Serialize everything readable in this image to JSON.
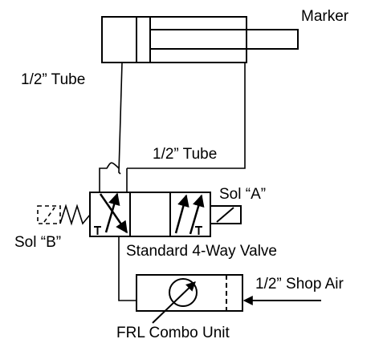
{
  "labels": {
    "marker": "Marker",
    "tube_upper": "1/2” Tube",
    "tube_lower": "1/2” Tube",
    "sol_a": "Sol “A”",
    "sol_b": "Sol “B”",
    "valve": "Standard 4-Way Valve",
    "shop_air": "1/2” Shop Air",
    "frl": "FRL Combo Unit"
  }
}
